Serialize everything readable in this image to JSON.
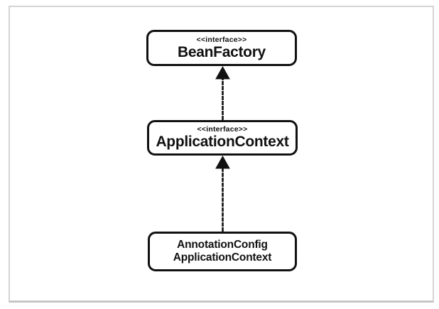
{
  "diagram": {
    "kind": "uml-class-diagram",
    "nodes": [
      {
        "id": "BeanFactory",
        "stereotype": "<<interface>>",
        "name": "BeanFactory"
      },
      {
        "id": "ApplicationContext",
        "stereotype": "<<interface>>",
        "name": "ApplicationContext"
      },
      {
        "id": "AnnotationConfigApplicationContext",
        "name_line1": "AnnotationConfig",
        "name_line2": "ApplicationContext"
      }
    ],
    "edges": [
      {
        "from": "ApplicationContext",
        "to": "BeanFactory",
        "type": "generalization",
        "arrowhead": "filled-triangle-up"
      },
      {
        "from": "AnnotationConfigApplicationContext",
        "to": "ApplicationContext",
        "type": "generalization",
        "arrowhead": "filled-triangle-up"
      }
    ],
    "colors": {
      "node_border": "#111111",
      "node_fill": "#ffffff",
      "arrow": "#111111",
      "frame_border": "#d4d4d4",
      "background": "#ffffff"
    }
  }
}
